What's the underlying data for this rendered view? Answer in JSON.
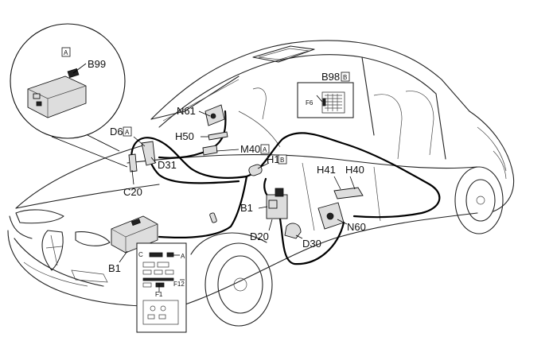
{
  "labels": {
    "b99": "B99",
    "b99_tag": "A",
    "b98": "B98",
    "b98_tag": "B",
    "f6": "F6",
    "n61": "N61",
    "h50": "H50",
    "m40": "M40",
    "m40_tag": "A",
    "d6": "D6",
    "d6_tag": "A",
    "d31": "D31",
    "c20": "C20",
    "h1": "H1",
    "h1_tag": "B",
    "h41": "H41",
    "h40": "H40",
    "b1_center": "B1",
    "d20": "D20",
    "d30": "D30",
    "n60": "N60",
    "b1_left": "B1",
    "inset_c": "C",
    "inset_a": "A",
    "inset_f12": "F12",
    "inset_f1": "F1"
  }
}
